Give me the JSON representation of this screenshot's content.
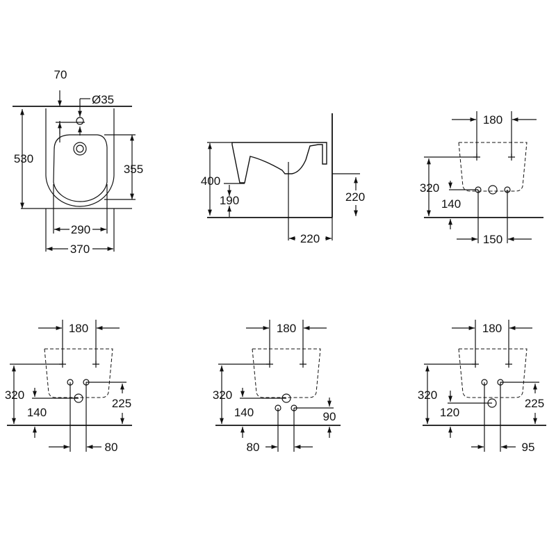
{
  "title": "Bidet dimension drawings",
  "panels": {
    "plan": {
      "d70": "70",
      "d35": "Ø35",
      "d530": "530",
      "d355": "355",
      "d290": "290",
      "d370": "370"
    },
    "side": {
      "d400": "400",
      "d190": "190",
      "d220v": "220",
      "d220h": "220"
    },
    "conn1": {
      "d180": "180",
      "d320": "320",
      "d140": "140",
      "d150": "150"
    },
    "conn2": {
      "d180": "180",
      "d320": "320",
      "d140": "140",
      "d225": "225",
      "d80": "80"
    },
    "conn3": {
      "d180": "180",
      "d320": "320",
      "d140": "140",
      "d90": "90",
      "d80": "80"
    },
    "conn4": {
      "d180": "180",
      "d320": "320",
      "d120": "120",
      "d225": "225",
      "d95": "95"
    }
  }
}
